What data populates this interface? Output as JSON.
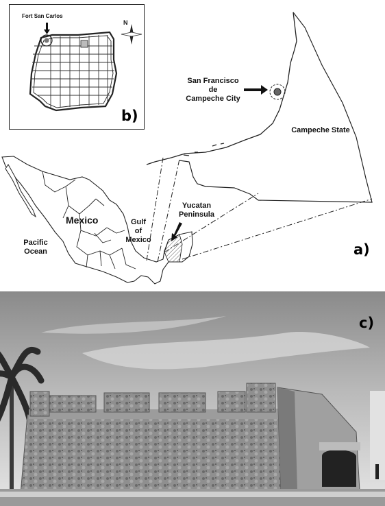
{
  "panels": {
    "a": "a)",
    "b": "b)",
    "c": "c)"
  },
  "labels": {
    "fort": "Fort San Carlos",
    "city_line1": "San Francisco",
    "city_line2": "de",
    "city_line3": "Campeche City",
    "state": "Campeche State",
    "mexico": "Mexico",
    "gulf_line1": "Gulf",
    "gulf_line2": "of",
    "gulf_line3": "Mexico",
    "yucatan_line1": "Yucatan",
    "yucatan_line2": "Peninsula",
    "pacific_line1": "Pacific",
    "pacific_line2": "Ocean",
    "north": "N"
  },
  "colors": {
    "line": "#222222",
    "marker": "#666666",
    "sky_top": "#8a8a8a",
    "sky_bottom": "#e6e6e6",
    "wall": "#8f8f8f"
  }
}
